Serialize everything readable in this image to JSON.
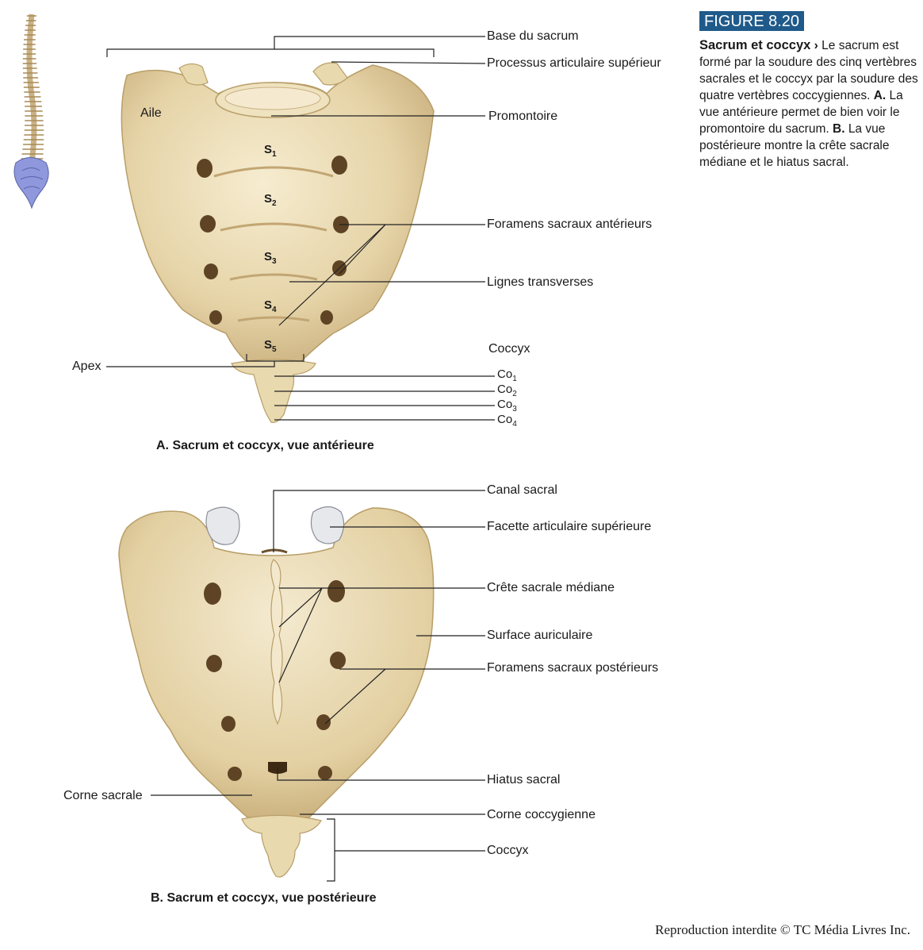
{
  "figure": {
    "tag": "FIGURE 8.20",
    "caption_title": "Sacrum et coccyx",
    "caption_arrow": "›",
    "caption_intro": "Le sacrum est formé par la soudure des cinq vertèbres sacrales et le coccyx par la soudure des quatre vertèbres coccygiennes.",
    "caption_a_label": "A.",
    "caption_a_text": "La vue antérieure permet de bien voir le promontoire du sacrum.",
    "caption_b_label": "B.",
    "caption_b_text": "La vue postérieure montre la crête sacrale médiane et le hiatus sacral."
  },
  "view_a": {
    "title": "A. Sacrum et coccyx, vue antérieure",
    "labels": {
      "base": "Base du sacrum",
      "processus": "Processus articulaire supérieur",
      "aile": "Aile",
      "promontoire": "Promontoire",
      "foramens": "Foramens sacraux antérieurs",
      "lignes": "Lignes transverses",
      "coccyx": "Coccyx",
      "apex": "Apex"
    },
    "segments": [
      {
        "base": "S",
        "sub": "1"
      },
      {
        "base": "S",
        "sub": "2"
      },
      {
        "base": "S",
        "sub": "3"
      },
      {
        "base": "S",
        "sub": "4"
      },
      {
        "base": "S",
        "sub": "5"
      }
    ],
    "coccygeal": [
      {
        "base": "Co",
        "sub": "1"
      },
      {
        "base": "Co",
        "sub": "2"
      },
      {
        "base": "Co",
        "sub": "3"
      },
      {
        "base": "Co",
        "sub": "4"
      }
    ]
  },
  "view_b": {
    "title": "B. Sacrum et coccyx, vue postérieure",
    "labels": {
      "canal": "Canal sacral",
      "facette": "Facette articulaire supérieure",
      "crete": "Crête sacrale médiane",
      "surface": "Surface auriculaire",
      "foramens": "Foramens sacraux postérieurs",
      "hiatus": "Hiatus sacral",
      "corne_sacrale": "Corne sacrale",
      "corne_coccygienne": "Corne coccygienne",
      "coccyx": "Coccyx"
    }
  },
  "credit": "Reproduction interdite © TC Média Livres Inc.",
  "colors": {
    "bone": "#eadcb4",
    "bone_shadow": "#b89e68",
    "foramen": "#5e4424",
    "vertebra_highlight": "#8a94d8",
    "figure_tag": "#1f5a8a"
  }
}
